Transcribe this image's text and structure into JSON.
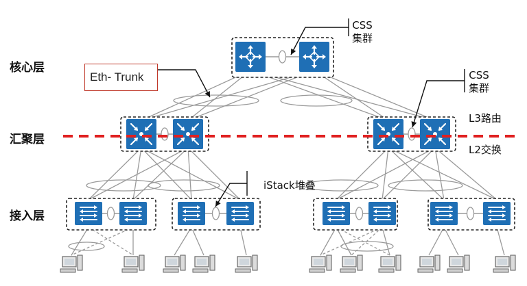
{
  "layers": {
    "core": "核心层",
    "aggregation": "汇聚层",
    "access": "接入层"
  },
  "annotations": {
    "css_top": [
      "CSS",
      "集群"
    ],
    "css_right": [
      "CSS",
      "集群"
    ],
    "eth_trunk": "Eth- Trunk",
    "l3": "L3路由",
    "l2": "L2交换",
    "istack": "iStack堆叠"
  },
  "colors": {
    "switch": "#1f6fb5",
    "divider": "#e02020",
    "link": "#9a9a9a"
  },
  "icons": {
    "core_switch": "core-switch-icon",
    "aggregation_switch": "aggregation-switch-icon",
    "access_switch": "access-switch-icon",
    "host": "computer-icon"
  }
}
